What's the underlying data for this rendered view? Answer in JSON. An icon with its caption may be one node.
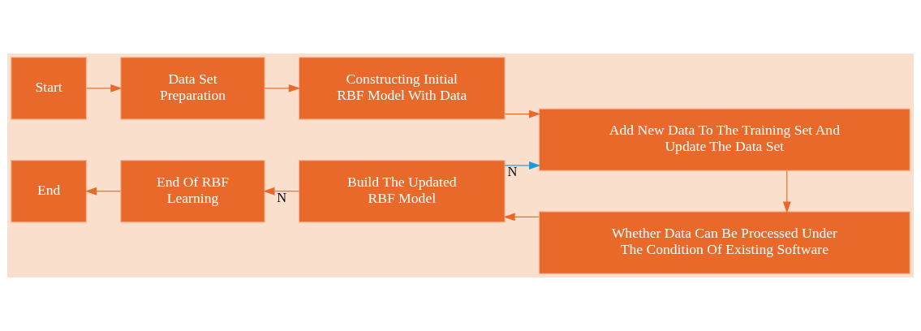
{
  "diagram": {
    "nodes": [
      {
        "text": [
          "Start"
        ]
      },
      {
        "text": [
          "Data Set Preparation"
        ]
      },
      {
        "text": [
          "Constructing Initial RBF Model With Data"
        ]
      },
      {
        "text": [
          "Add New Data To The Training Set And Update The Data Set"
        ]
      },
      {
        "text": [
          "Whether Data Can Be Processed Under The Condition Of Existing Software"
        ]
      },
      {
        "text": [
          "Build The Updated RBF Model"
        ]
      },
      {
        "text": [
          "End Of RBF Learning"
        ]
      },
      {
        "text": [
          "End"
        ]
      }
    ],
    "edges": [
      {
        "from": 0,
        "to": 1,
        "arrow": "to"
      },
      {
        "from": 1,
        "to": 2,
        "arrow": "to"
      },
      {
        "from": 2,
        "to": 3,
        "arrow": "to"
      },
      {
        "from": 3,
        "to": 4,
        "arrow": "to"
      },
      {
        "from": 4,
        "to": 5,
        "arrow": "to"
      },
      {
        "from": 5,
        "to": 6,
        "arrow": "to",
        "label": "N"
      },
      {
        "from": 6,
        "to": 7,
        "arrow": "to"
      },
      {
        "from": 5,
        "to": 3,
        "arrow": "to",
        "label": "N",
        "color": "#1b9ad6"
      }
    ]
  }
}
